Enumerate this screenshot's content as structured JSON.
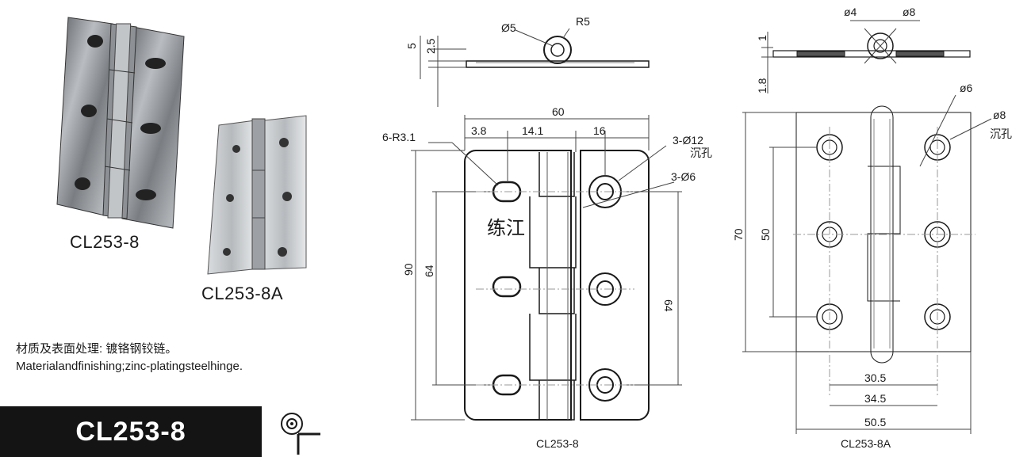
{
  "product": {
    "photo_label_1": "CL253-8",
    "photo_label_2": "CL253-8A",
    "material_cn": "材质及表面处理: 镀铬钢铰链。",
    "material_en": "Materialandfinishing;zinc-platingsteelhinge.",
    "model_banner": "CL253-8"
  },
  "side_view_1": {
    "dim_5": "5",
    "dim_2_5": "2.5",
    "dia_5": "Ø5",
    "radius": "R5"
  },
  "front_view_1": {
    "width": "60",
    "d_3_8": "3.8",
    "d_14_1": "14.1",
    "d_16": "16",
    "slot_radius": "6-R3.1",
    "counterbore": "3-Ø12",
    "counterbore_cn": "沉孔",
    "hole": "3-Ø6",
    "height": "90",
    "pitch_left": "64",
    "pitch_right": "64",
    "watermark": "练江",
    "caption": "CL253-8"
  },
  "side_view_2": {
    "dia_4": "ø4",
    "dia_8": "ø8",
    "dim_1": "1",
    "dim_1_8": "1.8"
  },
  "front_view_2": {
    "dia_6": "ø6",
    "dia_8": "ø8",
    "counterbore_cn": "沉孔",
    "height": "70",
    "pitch": "50",
    "d_30_5": "30.5",
    "d_34_5": "34.5",
    "width": "50.5",
    "caption": "CL253-8A"
  },
  "icons": [
    "hinge-photo-large",
    "hinge-photo-small",
    "mounting-symbol-icon"
  ]
}
